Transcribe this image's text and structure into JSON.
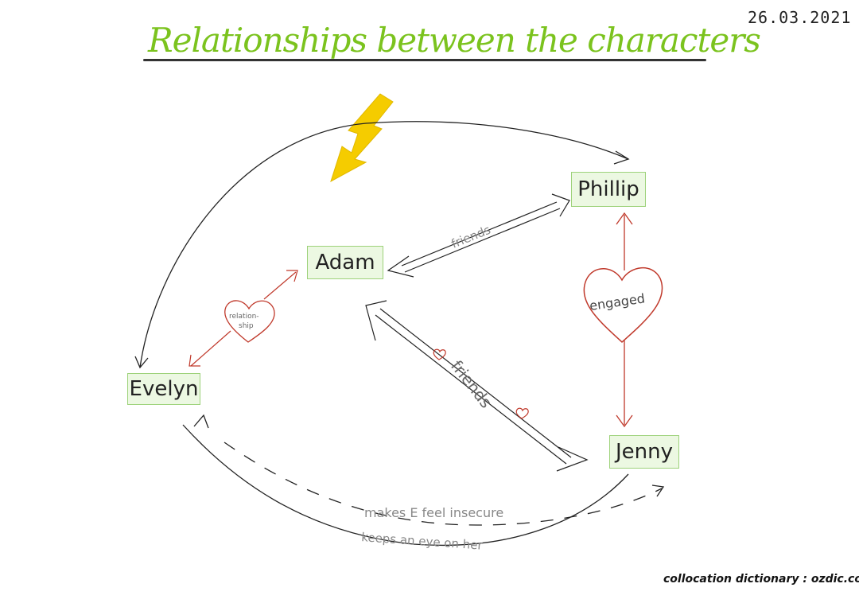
{
  "title": "Relationships between the characters",
  "date": "26.03.2021",
  "footer": "collocation dictionary : ozdic.com",
  "colors": {
    "title": "#7bc31e",
    "lightning": "#f5cc00",
    "node_fill": "#ecf8e2",
    "node_border": "#9dd27a",
    "red_link": "#c0392b",
    "black_link": "#222222",
    "label": "#888888"
  },
  "nodes": {
    "adam": "Adam",
    "phillip": "Phillip",
    "evelyn": "Evelyn",
    "jenny": "Jenny"
  },
  "edges": {
    "adam_phillip": "friends",
    "adam_jenny": "friends",
    "phillip_jenny": "engaged",
    "adam_evelyn": "relation-\nship",
    "jenny_to_evelyn": "makes E feel insecure",
    "evelyn_to_jenny": "keeps an eye on her"
  },
  "icons": {
    "conflict": "lightning-bolt-icon",
    "love": "heart-icon"
  }
}
